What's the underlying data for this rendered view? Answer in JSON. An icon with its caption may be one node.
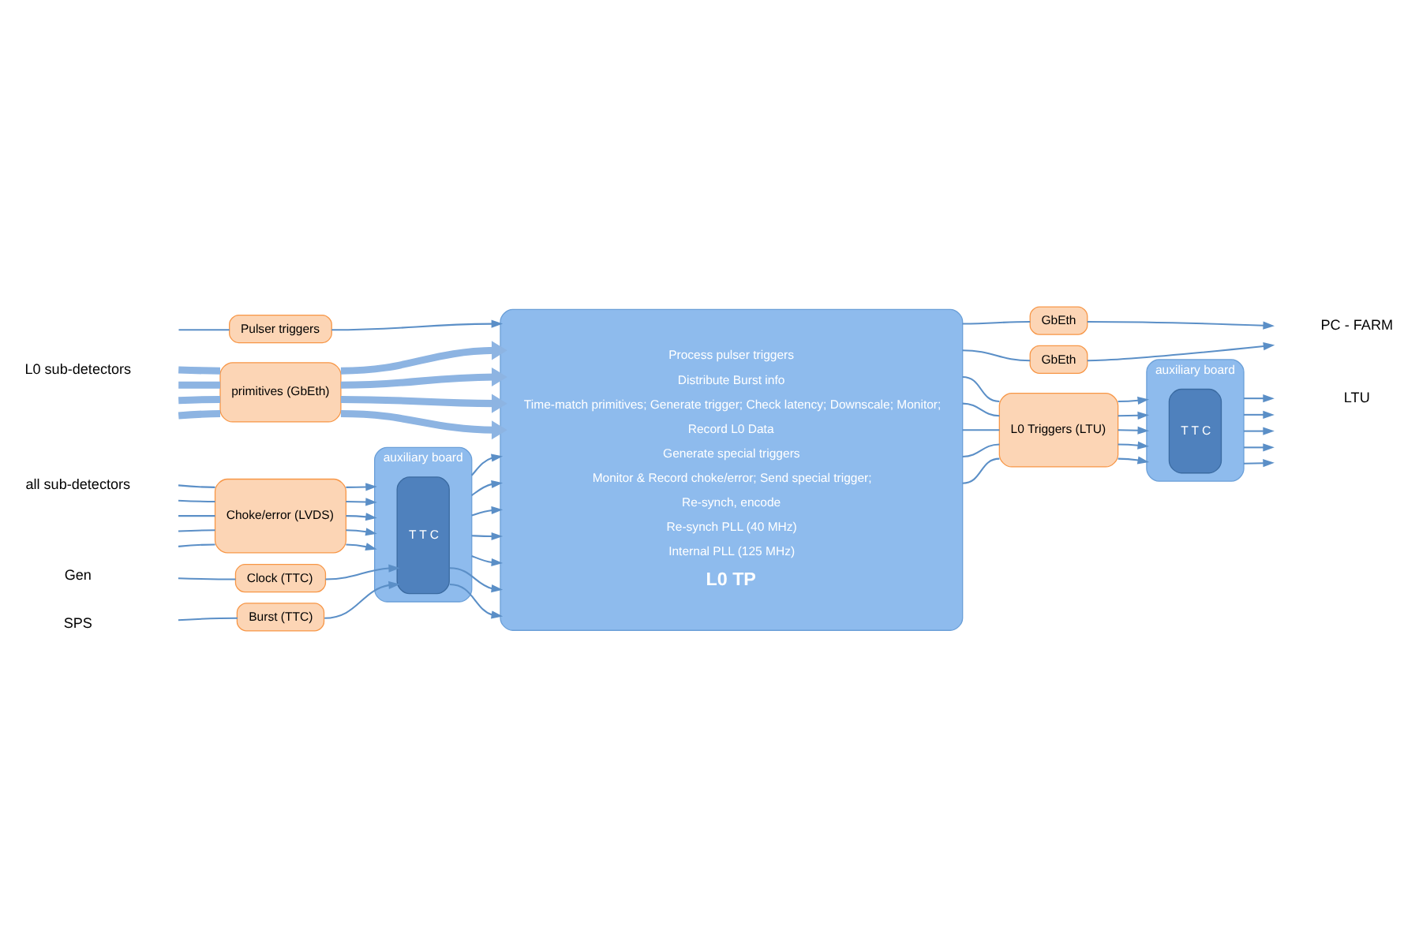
{
  "diagram": {
    "nodes": [
      {
        "text": [
          "Pulser triggers"
        ]
      },
      {
        "text": [
          "primitives (GbEth)"
        ]
      },
      {
        "text": [
          "Choke/error (LVDS)"
        ]
      },
      {
        "text": [
          "auxiliary board"
        ]
      },
      {
        "text": [
          "T T C"
        ],
        "in": 3
      },
      {
        "text": [
          "Clock (TTC)"
        ]
      },
      {
        "text": [
          "Burst (TTC)"
        ]
      },
      {
        "text": [
          "Process pulser triggers",
          "Distribute Burst info",
          "Time-match primitives; Generate trigger; Check latency; Downscale; Monitor;",
          "Record L0 Data",
          "Generate special triggers",
          "Monitor & Record choke/error; Send special trigger;",
          "Re-synch, encode",
          "Re-synch PLL (40 MHz)",
          "Internal PLL (125 MHz)",
          "L0 TP"
        ]
      },
      {
        "text": [
          "GbEth"
        ]
      },
      {
        "text": [
          "GbEth"
        ]
      },
      {
        "text": [
          "L0 Triggers (LTU)"
        ]
      },
      {
        "text": [
          "auxiliary board"
        ]
      },
      {
        "text": [
          "T T C"
        ],
        "in": 11
      }
    ],
    "edges": [
      {
        "from": null,
        "to": 0,
        "arrow": "none"
      },
      {
        "from": 0,
        "to": 7,
        "arrow": "to"
      },
      {
        "from": null,
        "to": 1,
        "arrow": "none",
        "style": "thick",
        "color": "#8db4e2"
      },
      {
        "from": null,
        "to": 1,
        "arrow": "none",
        "style": "thick",
        "color": "#8db4e2"
      },
      {
        "from": null,
        "to": 1,
        "arrow": "none",
        "style": "thick",
        "color": "#8db4e2"
      },
      {
        "from": null,
        "to": 1,
        "arrow": "none",
        "style": "thick",
        "color": "#8db4e2"
      },
      {
        "from": 1,
        "to": 7,
        "arrow": "to",
        "style": "thick",
        "color": "#8db4e2"
      },
      {
        "from": 1,
        "to": 7,
        "arrow": "to",
        "style": "thick",
        "color": "#8db4e2"
      },
      {
        "from": 1,
        "to": 7,
        "arrow": "to",
        "style": "thick",
        "color": "#8db4e2"
      },
      {
        "from": 1,
        "to": 7,
        "arrow": "to",
        "style": "thick",
        "color": "#8db4e2"
      },
      {
        "from": null,
        "to": 2,
        "arrow": "none"
      },
      {
        "from": null,
        "to": 2,
        "arrow": "none"
      },
      {
        "from": null,
        "to": 2,
        "arrow": "none"
      },
      {
        "from": null,
        "to": 2,
        "arrow": "none"
      },
      {
        "from": null,
        "to": 2,
        "arrow": "none"
      },
      {
        "from": 2,
        "to": 3,
        "arrow": "to"
      },
      {
        "from": 2,
        "to": 3,
        "arrow": "to"
      },
      {
        "from": 2,
        "to": 3,
        "arrow": "to"
      },
      {
        "from": 2,
        "to": 3,
        "arrow": "to"
      },
      {
        "from": 2,
        "to": 3,
        "arrow": "to"
      },
      {
        "from": 3,
        "to": 7,
        "arrow": "to"
      },
      {
        "from": 3,
        "to": 7,
        "arrow": "to"
      },
      {
        "from": 3,
        "to": 7,
        "arrow": "to"
      },
      {
        "from": 3,
        "to": 7,
        "arrow": "to"
      },
      {
        "from": 3,
        "to": 7,
        "arrow": "to"
      },
      {
        "from": 4,
        "to": 7,
        "arrow": "to"
      },
      {
        "from": 4,
        "to": 7,
        "arrow": "to"
      },
      {
        "from": null,
        "to": 5,
        "arrow": "none"
      },
      {
        "from": 5,
        "to": 4,
        "arrow": "to"
      },
      {
        "from": null,
        "to": 6,
        "arrow": "none"
      },
      {
        "from": 6,
        "to": 4,
        "arrow": "to"
      },
      {
        "from": 7,
        "to": 8,
        "arrow": "none"
      },
      {
        "from": 8,
        "to": null,
        "arrow": "to"
      },
      {
        "from": 7,
        "to": 9,
        "arrow": "none"
      },
      {
        "from": 9,
        "to": null,
        "arrow": "to"
      },
      {
        "from": 7,
        "to": 10,
        "arrow": "none"
      },
      {
        "from": 7,
        "to": 10,
        "arrow": "none"
      },
      {
        "from": 7,
        "to": 10,
        "arrow": "none"
      },
      {
        "from": 7,
        "to": 10,
        "arrow": "none"
      },
      {
        "from": 7,
        "to": 10,
        "arrow": "none"
      },
      {
        "from": 10,
        "to": 11,
        "arrow": "to"
      },
      {
        "from": 10,
        "to": 11,
        "arrow": "to"
      },
      {
        "from": 10,
        "to": 11,
        "arrow": "to"
      },
      {
        "from": 10,
        "to": 11,
        "arrow": "to"
      },
      {
        "from": 10,
        "to": 11,
        "arrow": "to"
      },
      {
        "from": 11,
        "to": null,
        "arrow": "to"
      },
      {
        "from": 11,
        "to": null,
        "arrow": "to"
      },
      {
        "from": 11,
        "to": null,
        "arrow": "to"
      },
      {
        "from": 11,
        "to": null,
        "arrow": "to"
      },
      {
        "from": 11,
        "to": null,
        "arrow": "to"
      }
    ],
    "labels": [
      "L0 sub-detectors",
      "all sub-detectors",
      "Gen",
      "SPS",
      "PC - FARM",
      "LTU"
    ]
  }
}
